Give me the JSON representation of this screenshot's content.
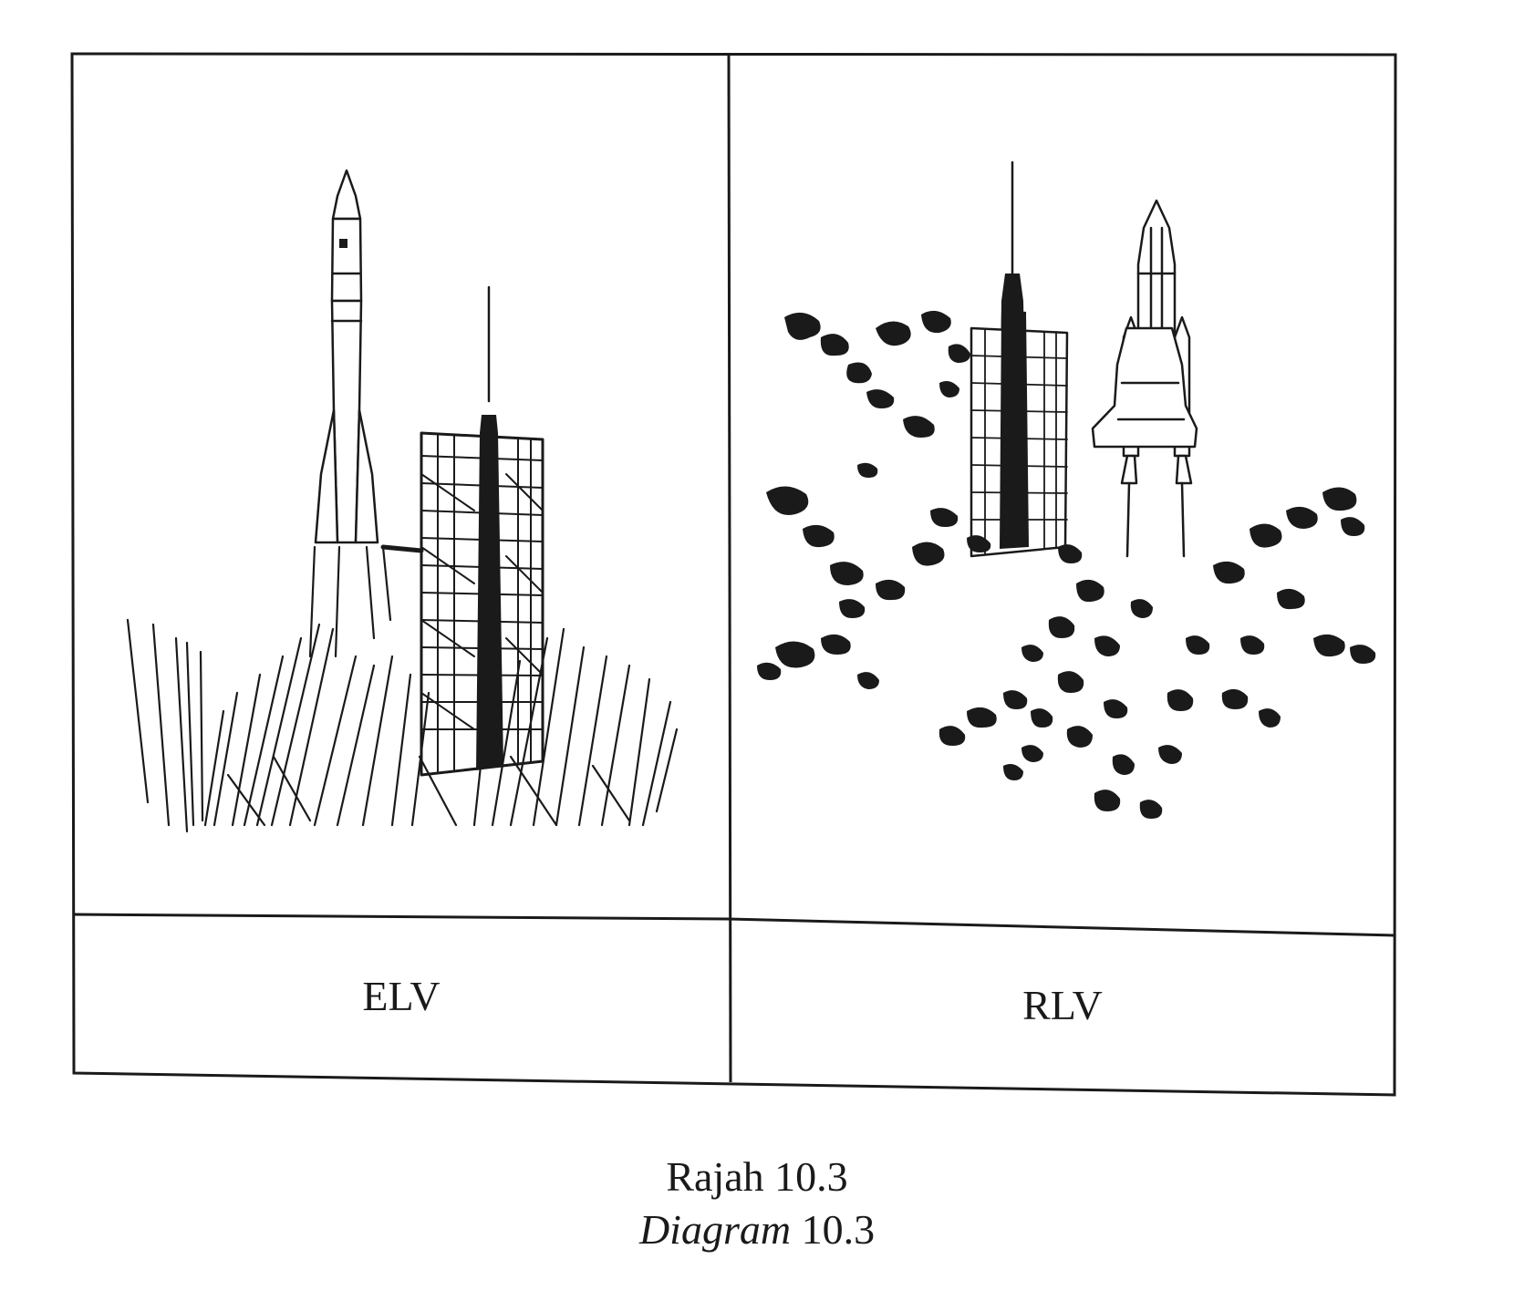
{
  "panels": [
    {
      "label": "ELV"
    },
    {
      "label": "RLV"
    }
  ],
  "caption": {
    "malay": "Rajah 10.3",
    "english_word": "Diagram",
    "english_number": "10.3"
  },
  "colors": {
    "ink": "#1a1a1a",
    "paper": "#ffffff"
  }
}
